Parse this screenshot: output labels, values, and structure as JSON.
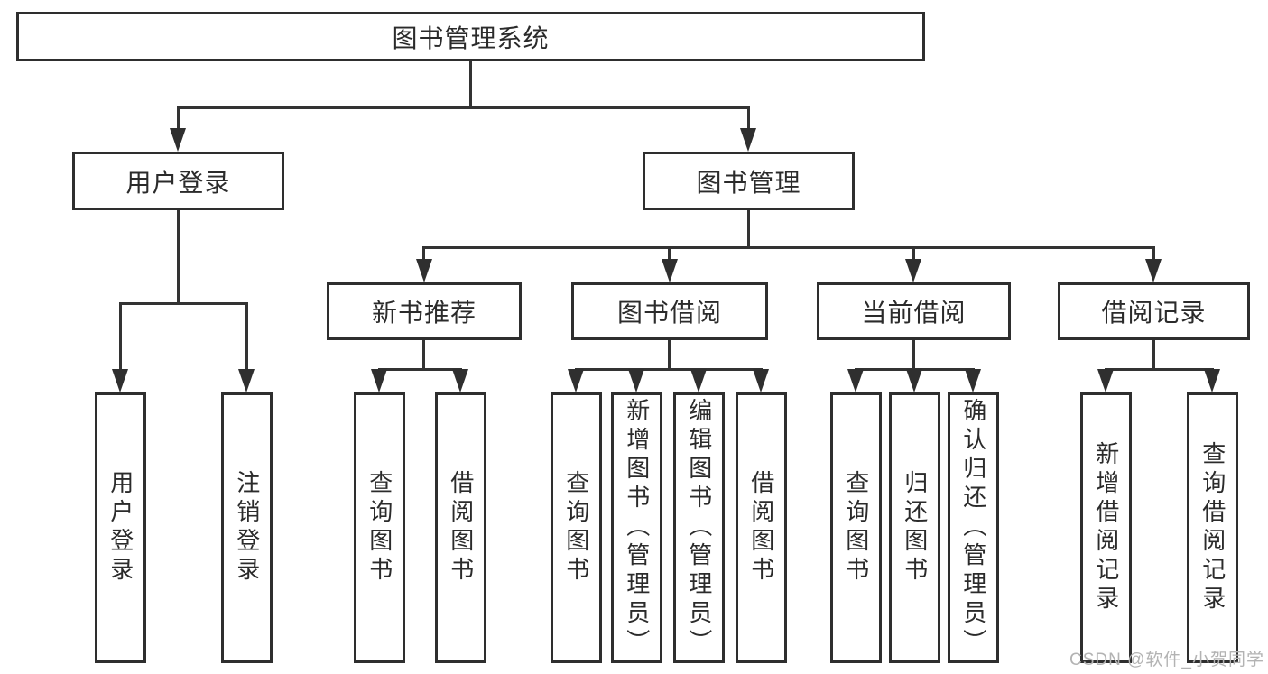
{
  "colors": {
    "line": "#333333",
    "box_border": "#2e2e2e",
    "text": "#2b2b2b",
    "watermark_text": "#b3b3b3",
    "background": "#ffffff"
  },
  "tree": {
    "label": "图书管理系统",
    "children": [
      {
        "label": "用户登录",
        "children": [
          {
            "label": "用户登录"
          },
          {
            "label": "注销登录"
          }
        ]
      },
      {
        "label": "图书管理",
        "children": [
          {
            "label": "新书推荐",
            "children": [
              {
                "label": "查询图书"
              },
              {
                "label": "借阅图书"
              }
            ]
          },
          {
            "label": "图书借阅",
            "children": [
              {
                "label": "查询图书"
              },
              {
                "label": "新增图书（管理员）"
              },
              {
                "label": "编辑图书（管理员）"
              },
              {
                "label": "借阅图书"
              }
            ]
          },
          {
            "label": "当前借阅",
            "children": [
              {
                "label": "查询图书"
              },
              {
                "label": "归还图书"
              },
              {
                "label": "确认归还（管理员）"
              }
            ]
          },
          {
            "label": "借阅记录",
            "children": [
              {
                "label": "新增借阅记录"
              },
              {
                "label": "查询借阅记录"
              }
            ]
          }
        ]
      }
    ]
  },
  "watermark": {
    "text": "CSDN @软件_小贺同学"
  }
}
